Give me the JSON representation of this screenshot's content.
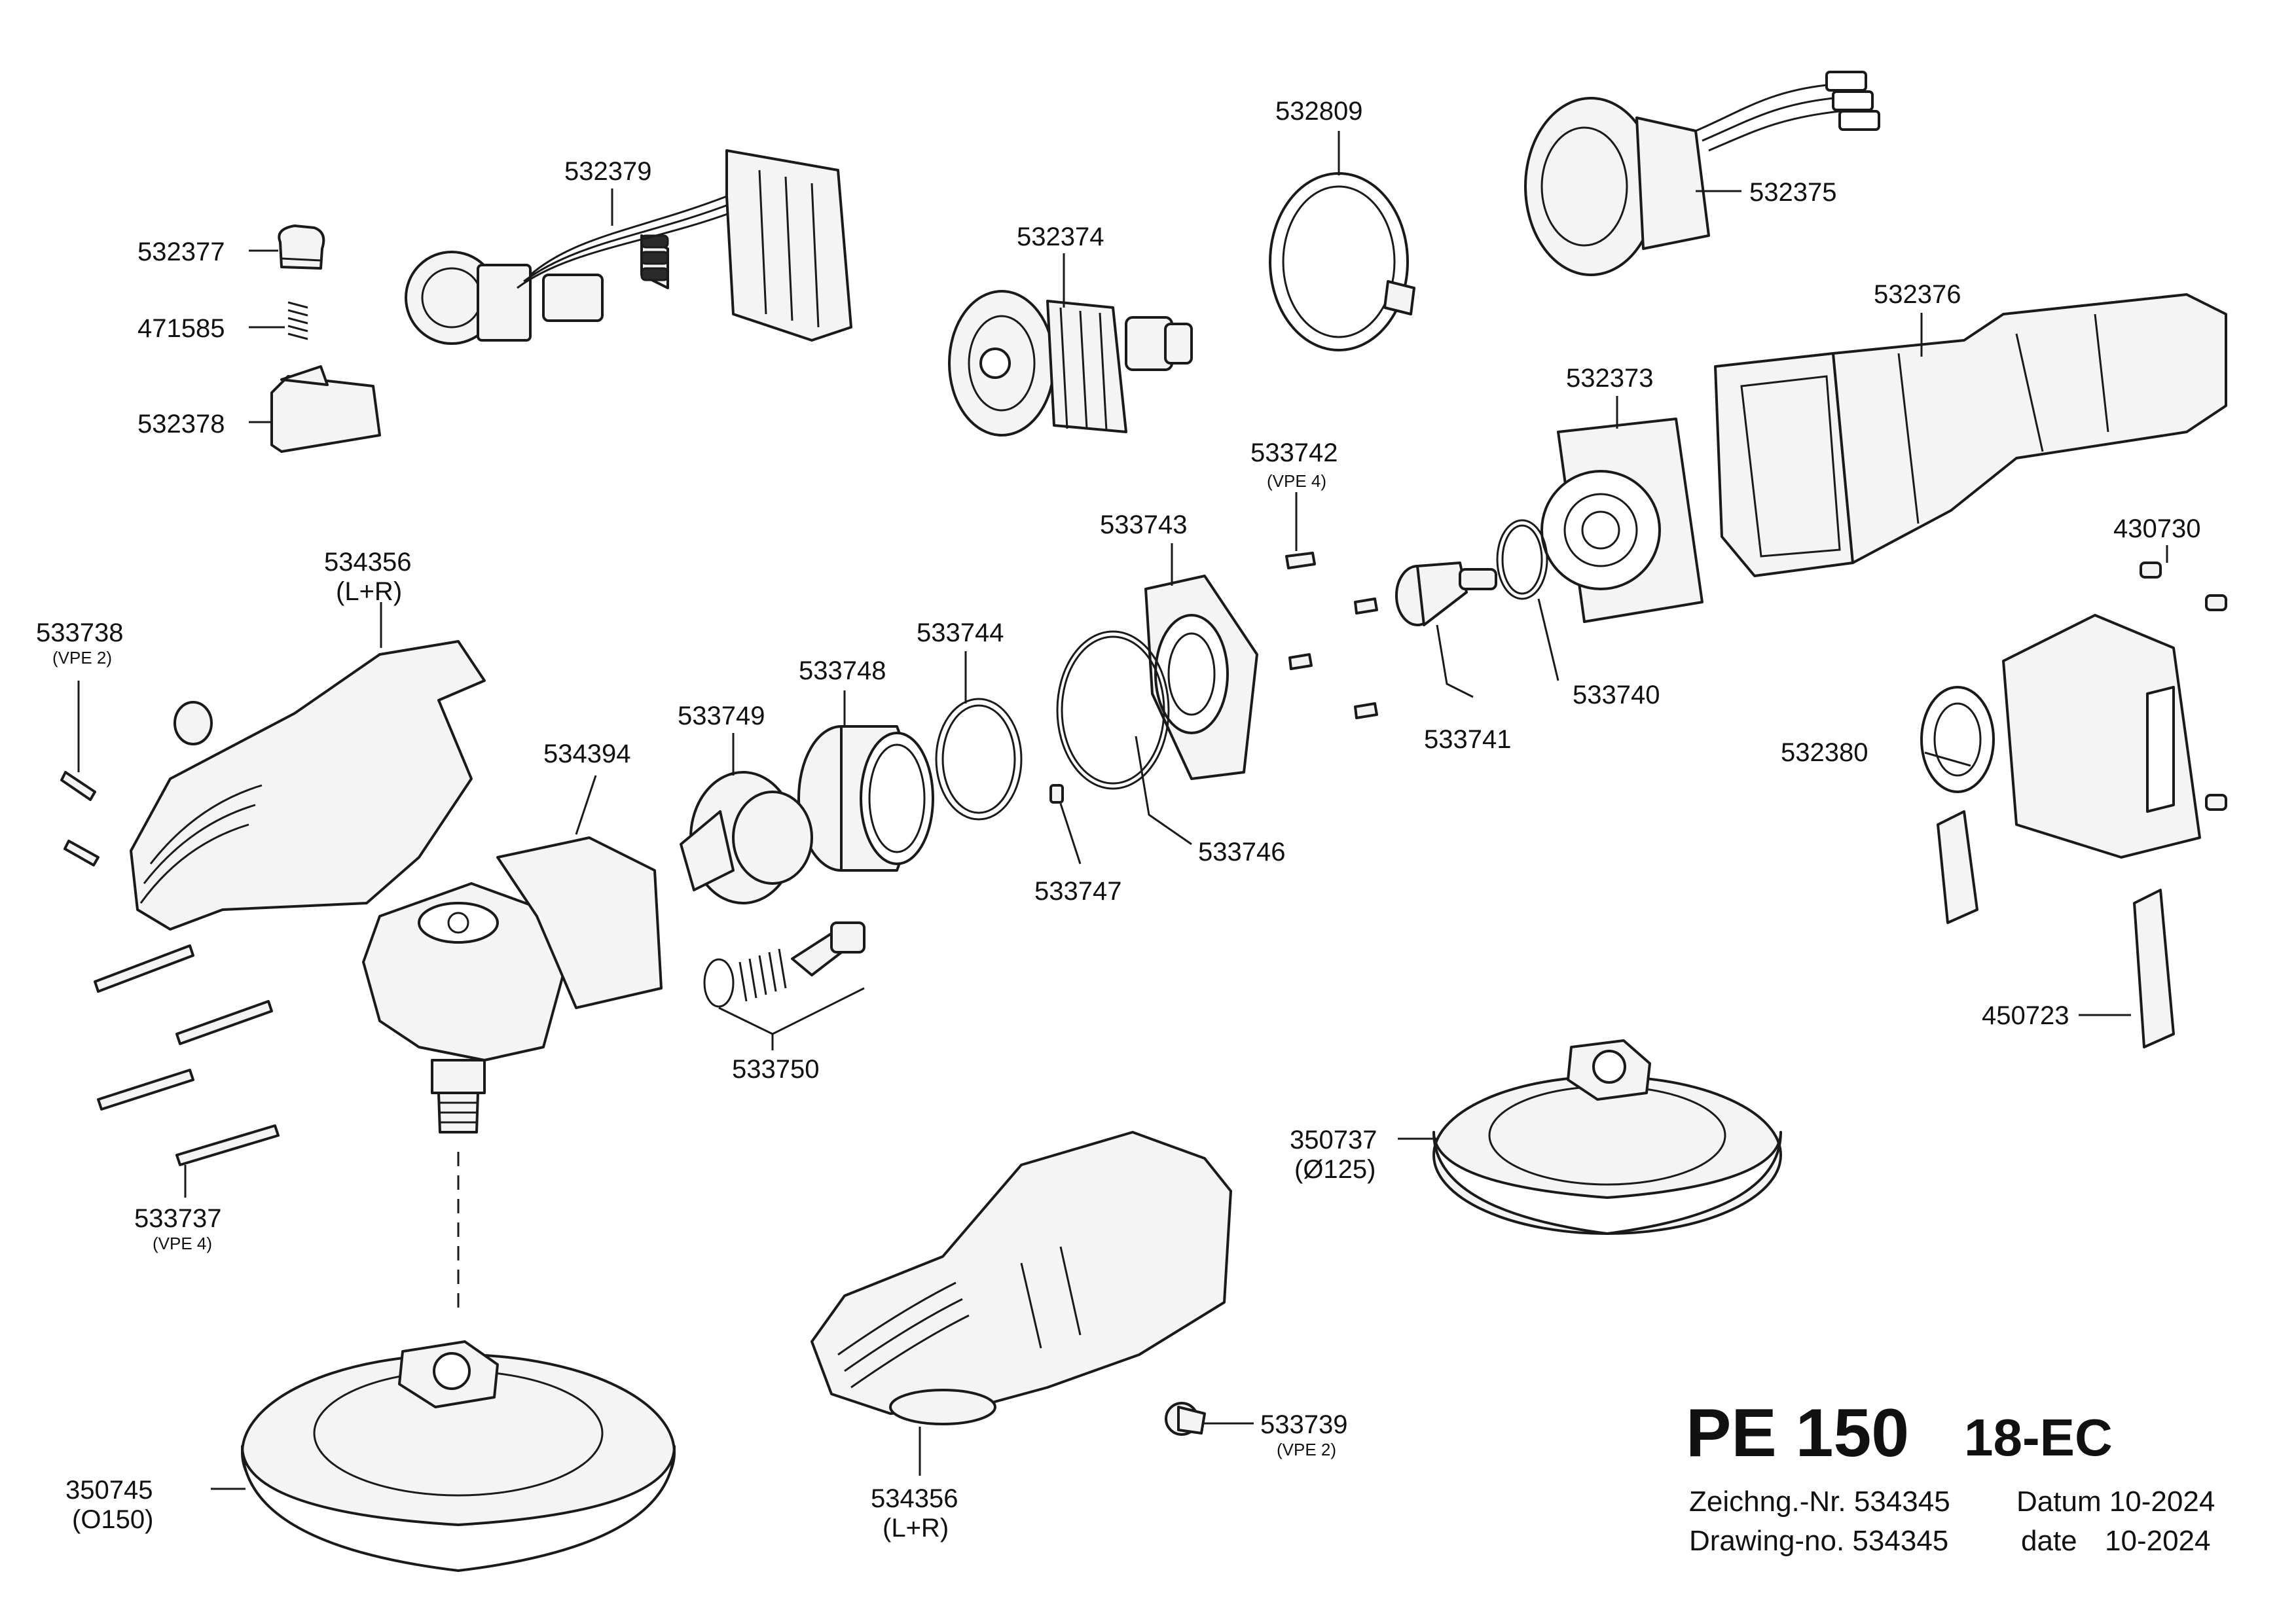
{
  "parts": {
    "p532377": "532377",
    "p471585": "471585",
    "p532378": "532378",
    "p532379": "532379",
    "p532374": "532374",
    "p532809": "532809",
    "p532375": "532375",
    "p532376": "532376",
    "p532373": "532373",
    "p533742": "533742",
    "p533742_note": "(VPE 4)",
    "p533743": "533743",
    "p430730": "430730",
    "p534356_top": "534356",
    "p534356_top_note": "(L+R)",
    "p533738": "533738",
    "p533738_note": "(VPE 2)",
    "p533744": "533744",
    "p533748": "533748",
    "p533749": "533749",
    "p534394": "534394",
    "p533740": "533740",
    "p533741": "533741",
    "p532380": "532380",
    "p533746": "533746",
    "p533747": "533747",
    "p533750": "533750",
    "p450723": "450723",
    "p350737": "350737",
    "p350737_note": "(Ø125)",
    "p533737": "533737",
    "p533737_note": "(VPE 4)",
    "p350745": "350745",
    "p350745_note": "(O150)",
    "p533739": "533739",
    "p533739_note": "(VPE 2)",
    "p534356_bottom": "534356",
    "p534356_bottom_note": "(L+R)"
  },
  "title_block": {
    "model": "PE 150",
    "variant": "18-EC",
    "drawing_de_label": "Zeichng.-Nr. 534345",
    "date_de_label": "Datum 10-2024",
    "drawing_en_label": "Drawing-no. 534345",
    "date_en_label": "date",
    "date_en_value": "10-2024"
  }
}
